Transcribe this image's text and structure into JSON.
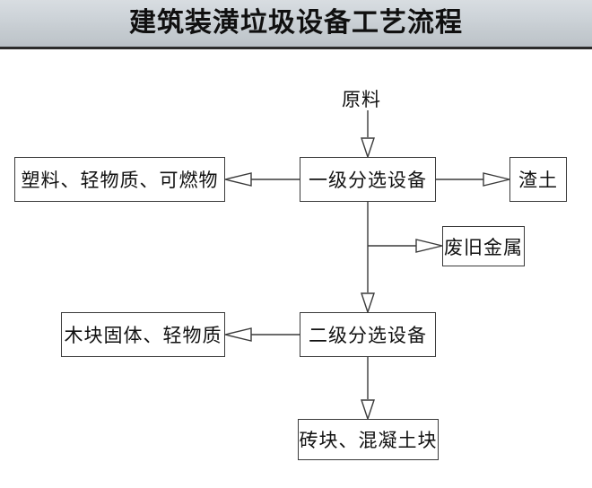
{
  "header": {
    "title": "建筑装潢垃圾设备工艺流程",
    "background_top": "#d8dde1",
    "background_bottom": "#b9c0c6",
    "rule_color": "#2b2b2b"
  },
  "diagram": {
    "type": "flowchart",
    "line_color": "#3a3a3a",
    "fill_color": "#ffffff",
    "text_color": "#111111",
    "nodes": [
      {
        "id": "raw-material",
        "label": "原料",
        "shape": "label"
      },
      {
        "id": "primary",
        "label": "一级分选设备",
        "shape": "rect"
      },
      {
        "id": "plastics",
        "label": "塑料、轻物质、可燃物",
        "shape": "rect"
      },
      {
        "id": "slag",
        "label": "渣土",
        "shape": "rect"
      },
      {
        "id": "scrap-metal",
        "label": "废旧金属",
        "shape": "rect"
      },
      {
        "id": "secondary",
        "label": "二级分选设备",
        "shape": "rect"
      },
      {
        "id": "wood",
        "label": "木块固体、轻物质",
        "shape": "rect"
      },
      {
        "id": "bricks",
        "label": "砖块、混凝土块",
        "shape": "rect"
      }
    ],
    "edges": [
      {
        "from": "raw-material",
        "to": "primary",
        "direction": "down",
        "arrow": "open"
      },
      {
        "from": "primary",
        "to": "plastics",
        "direction": "left",
        "arrow": "open"
      },
      {
        "from": "primary",
        "to": "slag",
        "direction": "right",
        "arrow": "open"
      },
      {
        "from": "primary",
        "to": "scrap-metal",
        "direction": "right",
        "arrow": "open"
      },
      {
        "from": "primary",
        "to": "secondary",
        "direction": "down",
        "arrow": "open"
      },
      {
        "from": "secondary",
        "to": "wood",
        "direction": "left",
        "arrow": "open"
      },
      {
        "from": "secondary",
        "to": "bricks",
        "direction": "down",
        "arrow": "open"
      }
    ]
  }
}
